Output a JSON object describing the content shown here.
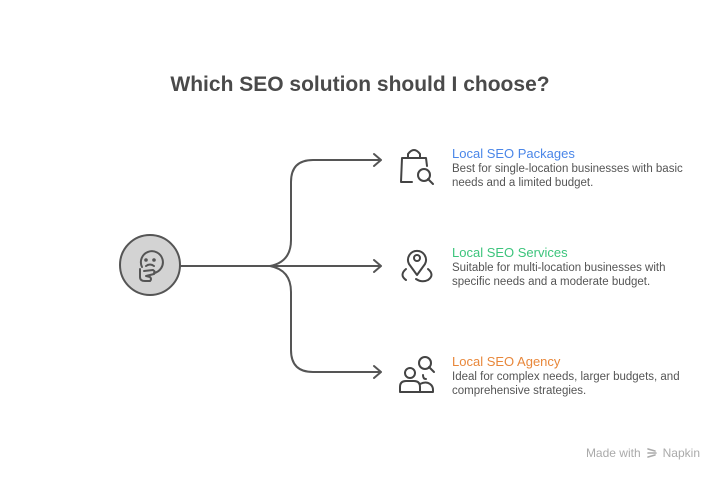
{
  "title": "Which SEO solution should I choose?",
  "hub": {
    "icon": "thinking-face-icon"
  },
  "options": [
    {
      "label": "Local SEO Packages",
      "description": "Best for single-location businesses with basic needs and a limited budget.",
      "color": "#4a86e8",
      "icon": "shopping-bag-search-icon"
    },
    {
      "label": "Local SEO Services",
      "description": "Suitable for multi-location businesses with specific needs and a moderate budget.",
      "color": "#3cc47c",
      "icon": "location-pin-icon"
    },
    {
      "label": "Local SEO Agency",
      "description": "Ideal for complex needs, larger budgets, and comprehensive strategies.",
      "color": "#e8873a",
      "icon": "people-search-icon"
    }
  ],
  "footer": {
    "prefix": "Made with",
    "brand": "Napkin"
  }
}
